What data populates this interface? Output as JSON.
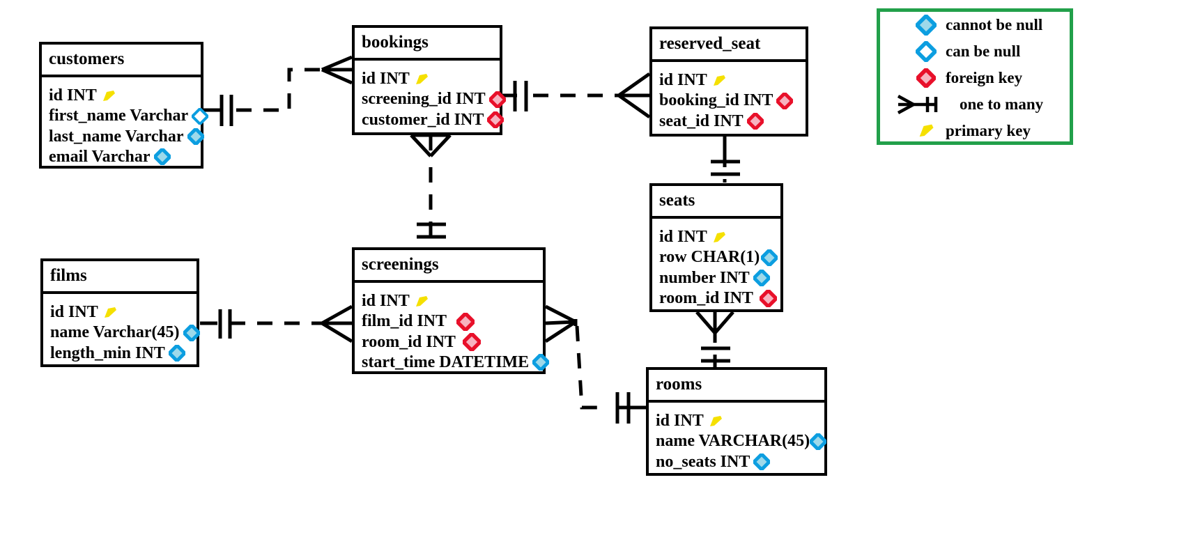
{
  "diagram": {
    "kind": "entity-relationship-diagram",
    "background": "#ffffff",
    "colors": {
      "not_null_diamond_stroke": "#0c9ee0",
      "not_null_diamond_fill": "#9ed9ea",
      "nullable_diamond_stroke": "#0c9ee0",
      "nullable_diamond_fill": "#ffffff",
      "foreign_key_stroke": "#e8102a",
      "foreign_key_fill": "#f7b3c0",
      "primary_key": "#f5e000",
      "line": "#000000",
      "legend_border": "#22a04a"
    }
  },
  "entities": [
    {
      "id": "customers",
      "title": "customers",
      "attributes": [
        {
          "label": "id INT",
          "marker": "primary-key"
        },
        {
          "label": "first_name Varchar",
          "marker": "nullable"
        },
        {
          "label": "last_name Varchar",
          "marker": "not-null"
        },
        {
          "label": "email Varchar",
          "marker": "not-null"
        }
      ]
    },
    {
      "id": "bookings",
      "title": "bookings",
      "attributes": [
        {
          "label": "id INT",
          "marker": "primary-key"
        },
        {
          "label": "screening_id INT",
          "marker": "foreign-key"
        },
        {
          "label": "customer_id INT",
          "marker": "foreign-key"
        }
      ]
    },
    {
      "id": "reserved_seat",
      "title": "reserved_seat",
      "attributes": [
        {
          "label": "id INT",
          "marker": "primary-key"
        },
        {
          "label": "booking_id INT",
          "marker": "foreign-key"
        },
        {
          "label": "seat_id INT",
          "marker": "foreign-key"
        }
      ]
    },
    {
      "id": "films",
      "title": "films",
      "attributes": [
        {
          "label": "id INT",
          "marker": "primary-key"
        },
        {
          "label": "name Varchar(45)",
          "marker": "not-null"
        },
        {
          "label": "length_min INT",
          "marker": "not-null"
        }
      ]
    },
    {
      "id": "screenings",
      "title": "screenings",
      "attributes": [
        {
          "label": "id INT",
          "marker": "primary-key"
        },
        {
          "label": "film_id INT",
          "marker": "foreign-key"
        },
        {
          "label": "room_id INT",
          "marker": "foreign-key"
        },
        {
          "label": "start_time DATETIME",
          "marker": "not-null"
        }
      ]
    },
    {
      "id": "seats",
      "title": "seats",
      "attributes": [
        {
          "label": "id INT",
          "marker": "primary-key"
        },
        {
          "label": "row CHAR(1)",
          "marker": "not-null"
        },
        {
          "label": "number INT",
          "marker": "not-null"
        },
        {
          "label": "room_id INT",
          "marker": "foreign-key"
        }
      ]
    },
    {
      "id": "rooms",
      "title": "rooms",
      "attributes": [
        {
          "label": "id INT",
          "marker": "primary-key"
        },
        {
          "label": "name VARCHAR(45)",
          "marker": "not-null"
        },
        {
          "label": "no_seats INT",
          "marker": "not-null"
        }
      ]
    }
  ],
  "relationships": [
    {
      "from": "customers",
      "to": "bookings",
      "cardinality": "one-to-many"
    },
    {
      "from": "bookings",
      "to": "reserved_seat",
      "cardinality": "one-to-many"
    },
    {
      "from": "bookings",
      "to": "screenings",
      "cardinality": "many-to-one"
    },
    {
      "from": "reserved_seat",
      "to": "seats",
      "cardinality": "many-to-one"
    },
    {
      "from": "films",
      "to": "screenings",
      "cardinality": "one-to-many"
    },
    {
      "from": "screenings",
      "to": "rooms",
      "cardinality": "many-to-one"
    },
    {
      "from": "seats",
      "to": "rooms",
      "cardinality": "many-to-one"
    }
  ],
  "legend": {
    "items": [
      {
        "icon": "not-null-diamond-icon",
        "label": "cannot be null"
      },
      {
        "icon": "nullable-diamond-icon",
        "label": "can be null"
      },
      {
        "icon": "foreign-key-diamond-icon",
        "label": "foreign key"
      },
      {
        "icon": "one-to-many-icon",
        "label": "one to many"
      },
      {
        "icon": "primary-key-icon",
        "label": "primary key"
      }
    ]
  }
}
